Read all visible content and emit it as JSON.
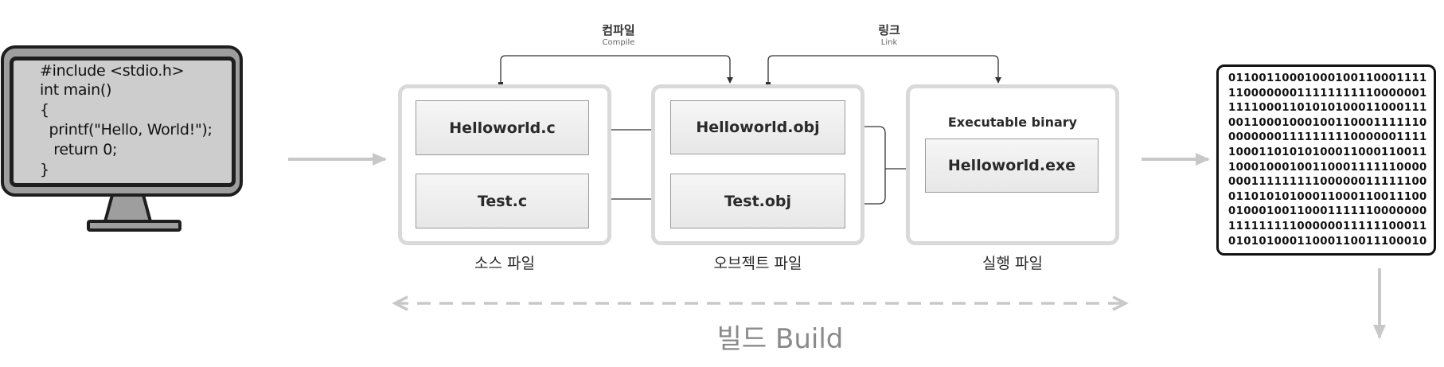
{
  "source_code": {
    "lines": [
      "#include <stdio.h>",
      "int main()",
      "{",
      "  printf(\"Hello, World!\");",
      "   return 0;",
      "}"
    ]
  },
  "steps": {
    "compile": {
      "ko": "컴파일",
      "en": "Compile"
    },
    "link": {
      "ko": "링크",
      "en": "Link"
    }
  },
  "groups": {
    "source": {
      "label": "소스 파일",
      "files": [
        "Helloworld.c",
        "Test.c"
      ]
    },
    "object": {
      "label": "오브젝트 파일",
      "files": [
        "Helloworld.obj",
        "Test.obj"
      ]
    },
    "executable": {
      "label": "실행 파일",
      "title": "Executable binary",
      "file": "Helloworld.exe"
    }
  },
  "binary": {
    "lines": [
      "01100110001000100110001111",
      "11000000011111111110000001",
      "11110001101010100011000111",
      "00110001000100110001111110",
      "00000001111111110000001111",
      "10001101010100011000110011",
      "10001000100110001111110000",
      "00011111111100000011111100",
      "01101010100011000110011100",
      "01000100110001111110000000",
      "11111111100000011111100011",
      "01010100011000110011100010"
    ]
  },
  "build_label": "빌드 Build",
  "colors": {
    "group_border": "#d9d9d9",
    "arrow_gray": "#c8c8c8",
    "connector": "#333333"
  }
}
